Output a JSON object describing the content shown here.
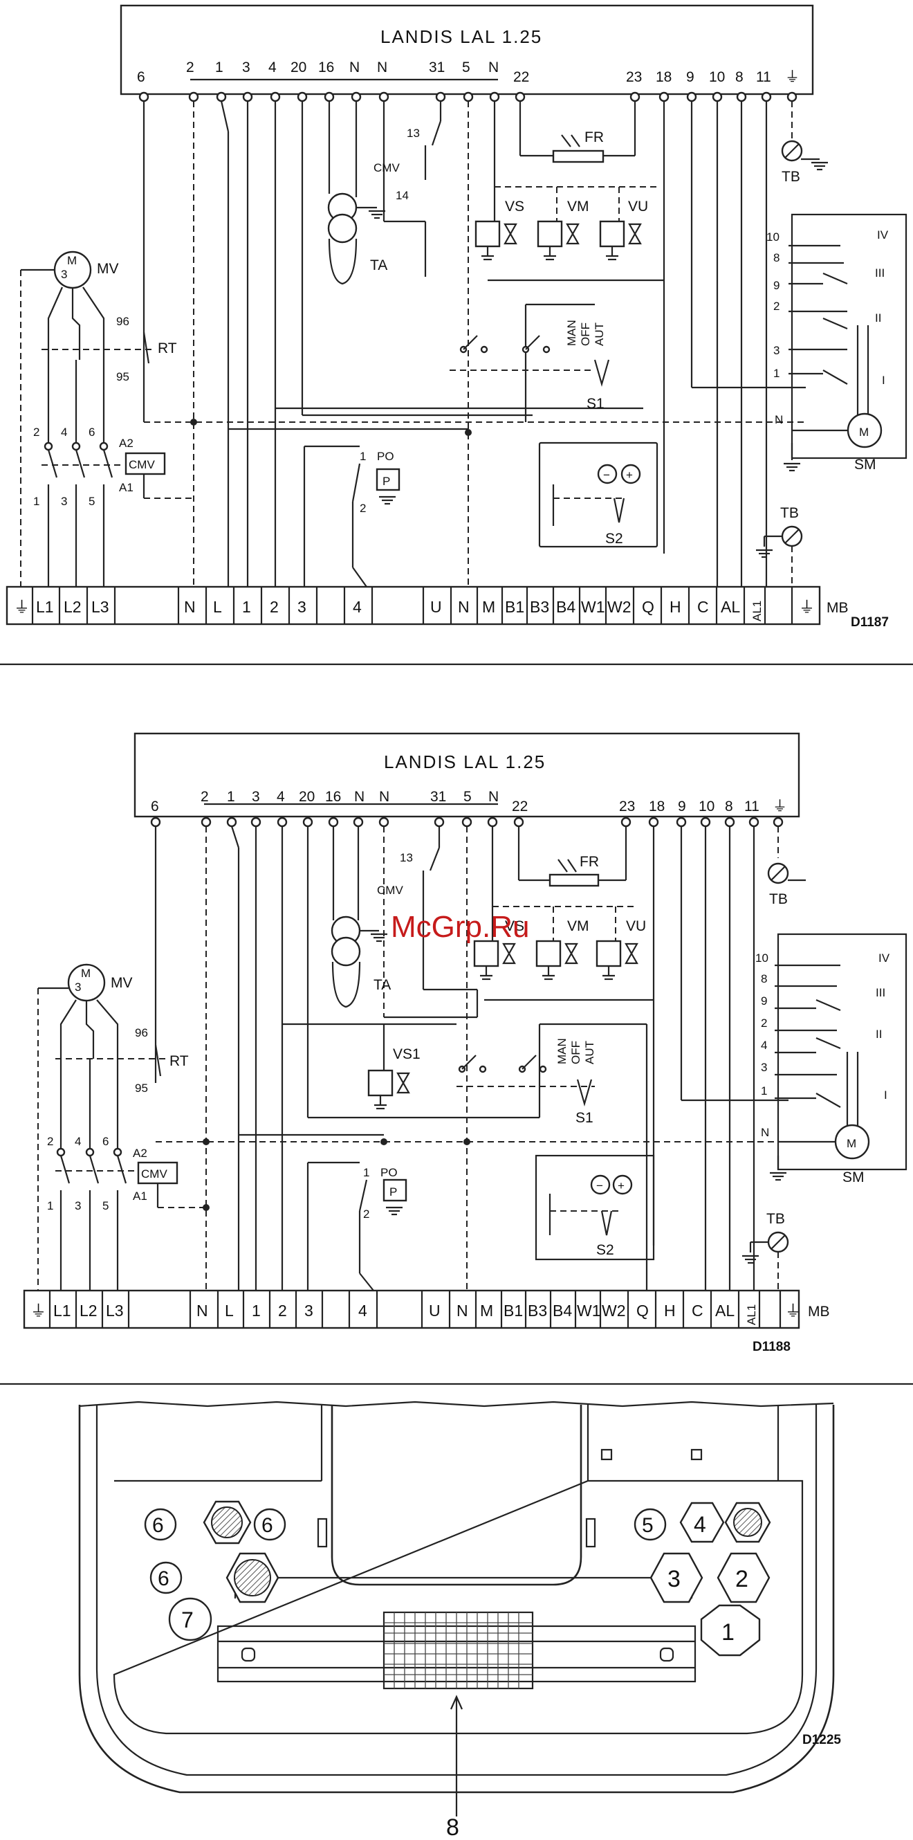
{
  "diagrams": [
    {
      "id": "D1187",
      "controller": "LANDIS LAL 1.25",
      "code": "D1187",
      "top_pins": [
        "6",
        "2",
        "1",
        "3",
        "4",
        "20",
        "16",
        "N",
        "N",
        "31",
        "5",
        "N",
        "22",
        "23",
        "18",
        "9",
        "10",
        "8",
        "11",
        "⏚"
      ],
      "terminal_board": [
        "⏚",
        "L1",
        "L2",
        "L3",
        "N",
        "L",
        "1",
        "2",
        "3",
        "4",
        "U",
        "N",
        "M",
        "B1",
        "B3",
        "B4",
        "W1",
        "W2",
        "Q",
        "H",
        "C",
        "AL",
        "AL1",
        "⏚"
      ],
      "terminal_board_label": "MB",
      "components": {
        "motor": "MV",
        "motor_symbol": "M",
        "motor_phase": "3",
        "thermal_relay": "RT",
        "rt_top": "96",
        "rt_bottom": "95",
        "contactor": "CMV",
        "contactor_a1": "A1",
        "contactor_a2": "A2",
        "contacts_top": [
          "2",
          "4",
          "6"
        ],
        "contacts_bottom": [
          "1",
          "3",
          "5"
        ],
        "transformer": "TA",
        "cmv_aux": "CMV",
        "cmv_13": "13",
        "cmv_14": "14",
        "photocell": "FR",
        "valves": [
          "VS",
          "VM",
          "VU"
        ],
        "pressure_switch": "P",
        "pressure_switch_label": "PO",
        "po_1": "1",
        "po_2": "2",
        "selector": "S1",
        "selector_modes": [
          "MAN",
          "OFF",
          "AUT"
        ],
        "switch2": "S2",
        "switch2_minus": "−",
        "switch2_plus": "+",
        "earth_board": "TB",
        "servomotor": "SM",
        "servomotor_symbol": "M",
        "sm_terminals": [
          "10",
          "8",
          "9",
          "2",
          "3",
          "1"
        ],
        "sm_neutral": "N",
        "sm_cams": [
          "IV",
          "III",
          "II",
          "I"
        ]
      }
    },
    {
      "id": "D1188",
      "controller": "LANDIS LAL 1.25",
      "code": "D1188",
      "top_pins": [
        "6",
        "2",
        "1",
        "3",
        "4",
        "20",
        "16",
        "N",
        "N",
        "31",
        "5",
        "N",
        "22",
        "23",
        "18",
        "9",
        "10",
        "8",
        "11",
        "⏚"
      ],
      "terminal_board": [
        "⏚",
        "L1",
        "L2",
        "L3",
        "N",
        "L",
        "1",
        "2",
        "3",
        "4",
        "U",
        "N",
        "M",
        "B1",
        "B3",
        "B4",
        "W1",
        "W2",
        "Q",
        "H",
        "C",
        "AL",
        "AL1",
        "⏚"
      ],
      "terminal_board_label": "MB",
      "components": {
        "motor": "MV",
        "motor_symbol": "M",
        "motor_phase": "3",
        "thermal_relay": "RT",
        "rt_top": "96",
        "rt_bottom": "95",
        "contactor": "CMV",
        "contactor_a1": "A1",
        "contactor_a2": "A2",
        "contacts_top": [
          "2",
          "4",
          "6"
        ],
        "contacts_bottom": [
          "1",
          "3",
          "5"
        ],
        "transformer": "TA",
        "cmv_aux": "CMV",
        "cmv_13": "13",
        "photocell": "FR",
        "valves": [
          "VS",
          "VM",
          "VU"
        ],
        "safety_valve": "VS1",
        "pressure_switch": "P",
        "pressure_switch_label": "PO",
        "po_1": "1",
        "po_2": "2",
        "selector": "S1",
        "selector_modes": [
          "MAN",
          "OFF",
          "AUT"
        ],
        "switch2": "S2",
        "switch2_minus": "−",
        "switch2_plus": "+",
        "earth_board": "TB",
        "servomotor": "SM",
        "servomotor_symbol": "M",
        "sm_terminals": [
          "10",
          "8",
          "9",
          "2",
          "4",
          "3",
          "1"
        ],
        "sm_neutral": "N",
        "sm_cams": [
          "IV",
          "III",
          "II",
          "I"
        ]
      }
    }
  ],
  "panel": {
    "code": "D1225",
    "left_markers": [
      "6",
      "6",
      "6",
      "7"
    ],
    "right_markers": [
      "5",
      "4",
      "3",
      "2",
      "1"
    ],
    "pointer_label": "8"
  },
  "watermark": "McGrp.Ru"
}
